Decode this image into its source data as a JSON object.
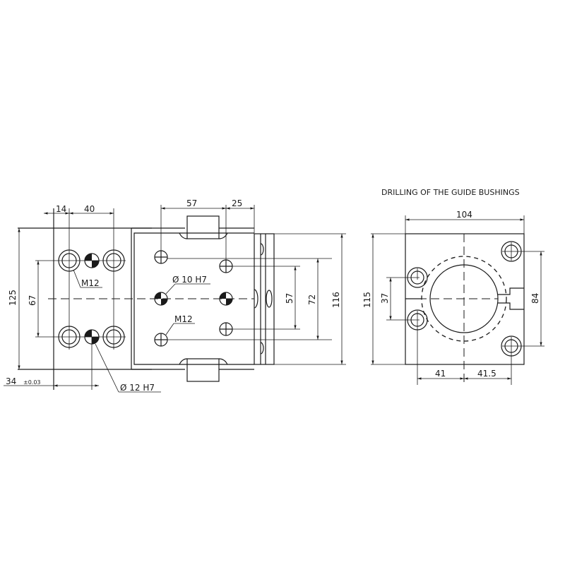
{
  "left_view": {
    "dims": {
      "d14": "14",
      "d40": "40",
      "d125": "125",
      "d67": "67",
      "d34": "34",
      "d34_tol": "±0.03",
      "d57_top": "57",
      "d25": "25",
      "d57_side": "57",
      "d72": "72",
      "d116": "116"
    },
    "labels": {
      "m12_left": "M12",
      "dia12": "Ø 12 H7",
      "dia10": "Ø 10 H7",
      "m12_mid": "M12"
    }
  },
  "right_view": {
    "title": "DRILLING OF THE GUIDE BUSHINGS",
    "dims": {
      "d104": "104",
      "d115": "115",
      "d37": "37",
      "d84": "84",
      "d41": "41",
      "d41_5": "41.5"
    }
  }
}
